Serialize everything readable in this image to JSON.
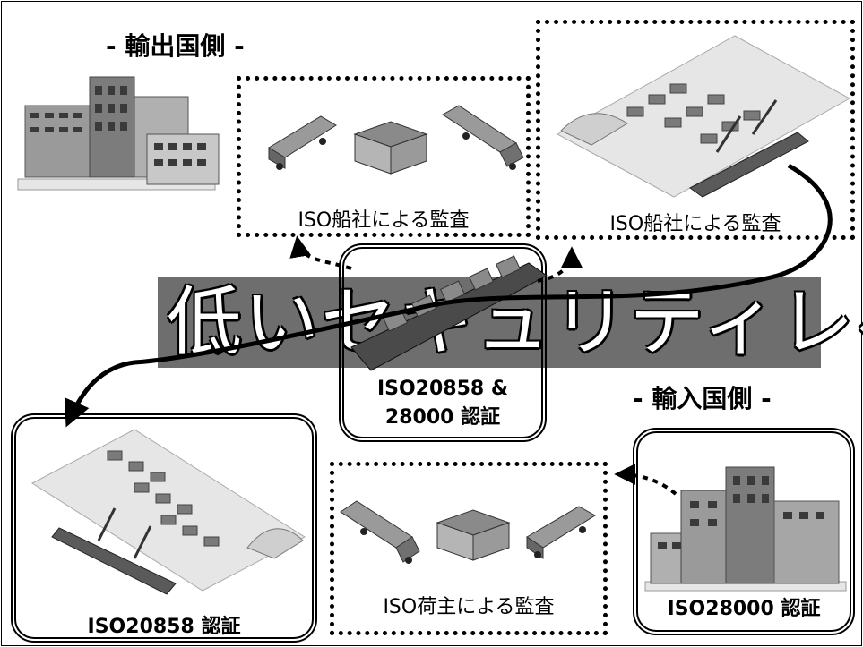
{
  "headings": {
    "export_side": "- 輸出国側 -",
    "import_side": "- 輸入国側 -"
  },
  "banner": {
    "text": "低いセキュリティレベル"
  },
  "boxes": {
    "export_logistics_audit": "ISO船社による監査",
    "export_port_audit": "ISO船社による監査",
    "center_cert_line1": "ISO20858 &",
    "center_cert_line2": "28000 認証",
    "import_port_cert": "ISO20858 認証",
    "import_logistics_audit": "ISO荷主による監査",
    "import_company_cert": "ISO28000 認証"
  },
  "colors": {
    "banner_bg": "#6e6e6e",
    "line": "#000000",
    "building": "#8a8a8a",
    "ground": "#e6e6e6"
  },
  "icons": [
    "office-buildings-icon",
    "container-truck-icon",
    "warehouse-icon",
    "port-terminal-icon",
    "container-ship-icon"
  ]
}
